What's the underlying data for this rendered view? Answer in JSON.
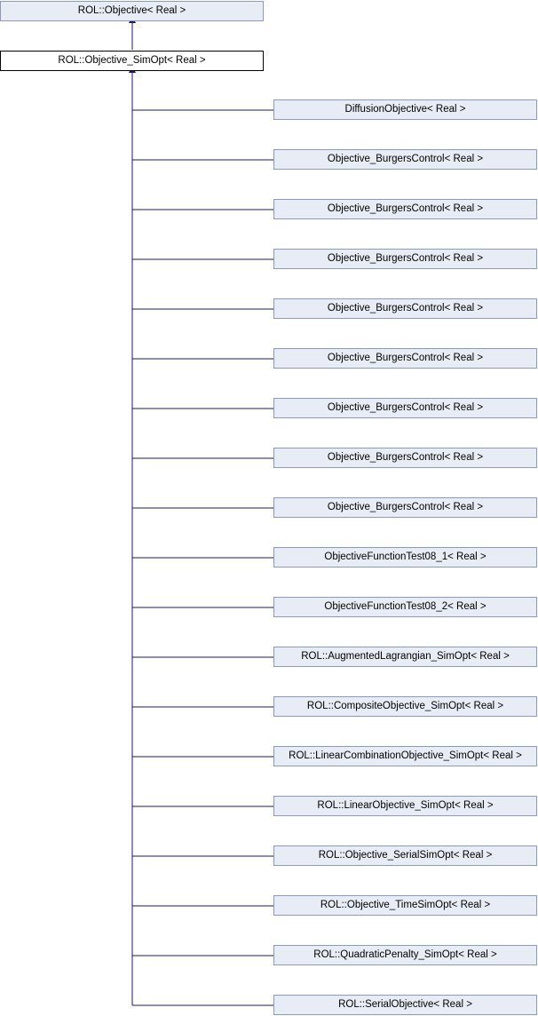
{
  "diagram": {
    "base_class": {
      "label": "ROL::Objective< Real >"
    },
    "current_class": {
      "label": "ROL::Objective_SimOpt< Real >"
    },
    "derived_classes": [
      {
        "label": "DiffusionObjective< Real >"
      },
      {
        "label": "Objective_BurgersControl< Real >"
      },
      {
        "label": "Objective_BurgersControl< Real >"
      },
      {
        "label": "Objective_BurgersControl< Real >"
      },
      {
        "label": "Objective_BurgersControl< Real >"
      },
      {
        "label": "Objective_BurgersControl< Real >"
      },
      {
        "label": "Objective_BurgersControl< Real >"
      },
      {
        "label": "Objective_BurgersControl< Real >"
      },
      {
        "label": "Objective_BurgersControl< Real >"
      },
      {
        "label": "ObjectiveFunctionTest08_1< Real >"
      },
      {
        "label": "ObjectiveFunctionTest08_2< Real >"
      },
      {
        "label": "ROL::AugmentedLagrangian_SimOpt< Real >"
      },
      {
        "label": "ROL::CompositeObjective_SimOpt< Real >"
      },
      {
        "label": "ROL::LinearCombinationObjective_SimOpt< Real >"
      },
      {
        "label": "ROL::LinearObjective_SimOpt< Real >"
      },
      {
        "label": "ROL::Objective_SerialSimOpt< Real >"
      },
      {
        "label": "ROL::Objective_TimeSimOpt< Real >"
      },
      {
        "label": "ROL::QuadraticPenalty_SimOpt< Real >"
      },
      {
        "label": "ROL::SerialObjective< Real >"
      }
    ],
    "colors": {
      "node_fill": "#e8edf5",
      "node_border": "#8c99bd",
      "current_fill": "#ffffff",
      "current_border": "#000000",
      "edge": "#191970",
      "text": "#000000"
    }
  }
}
